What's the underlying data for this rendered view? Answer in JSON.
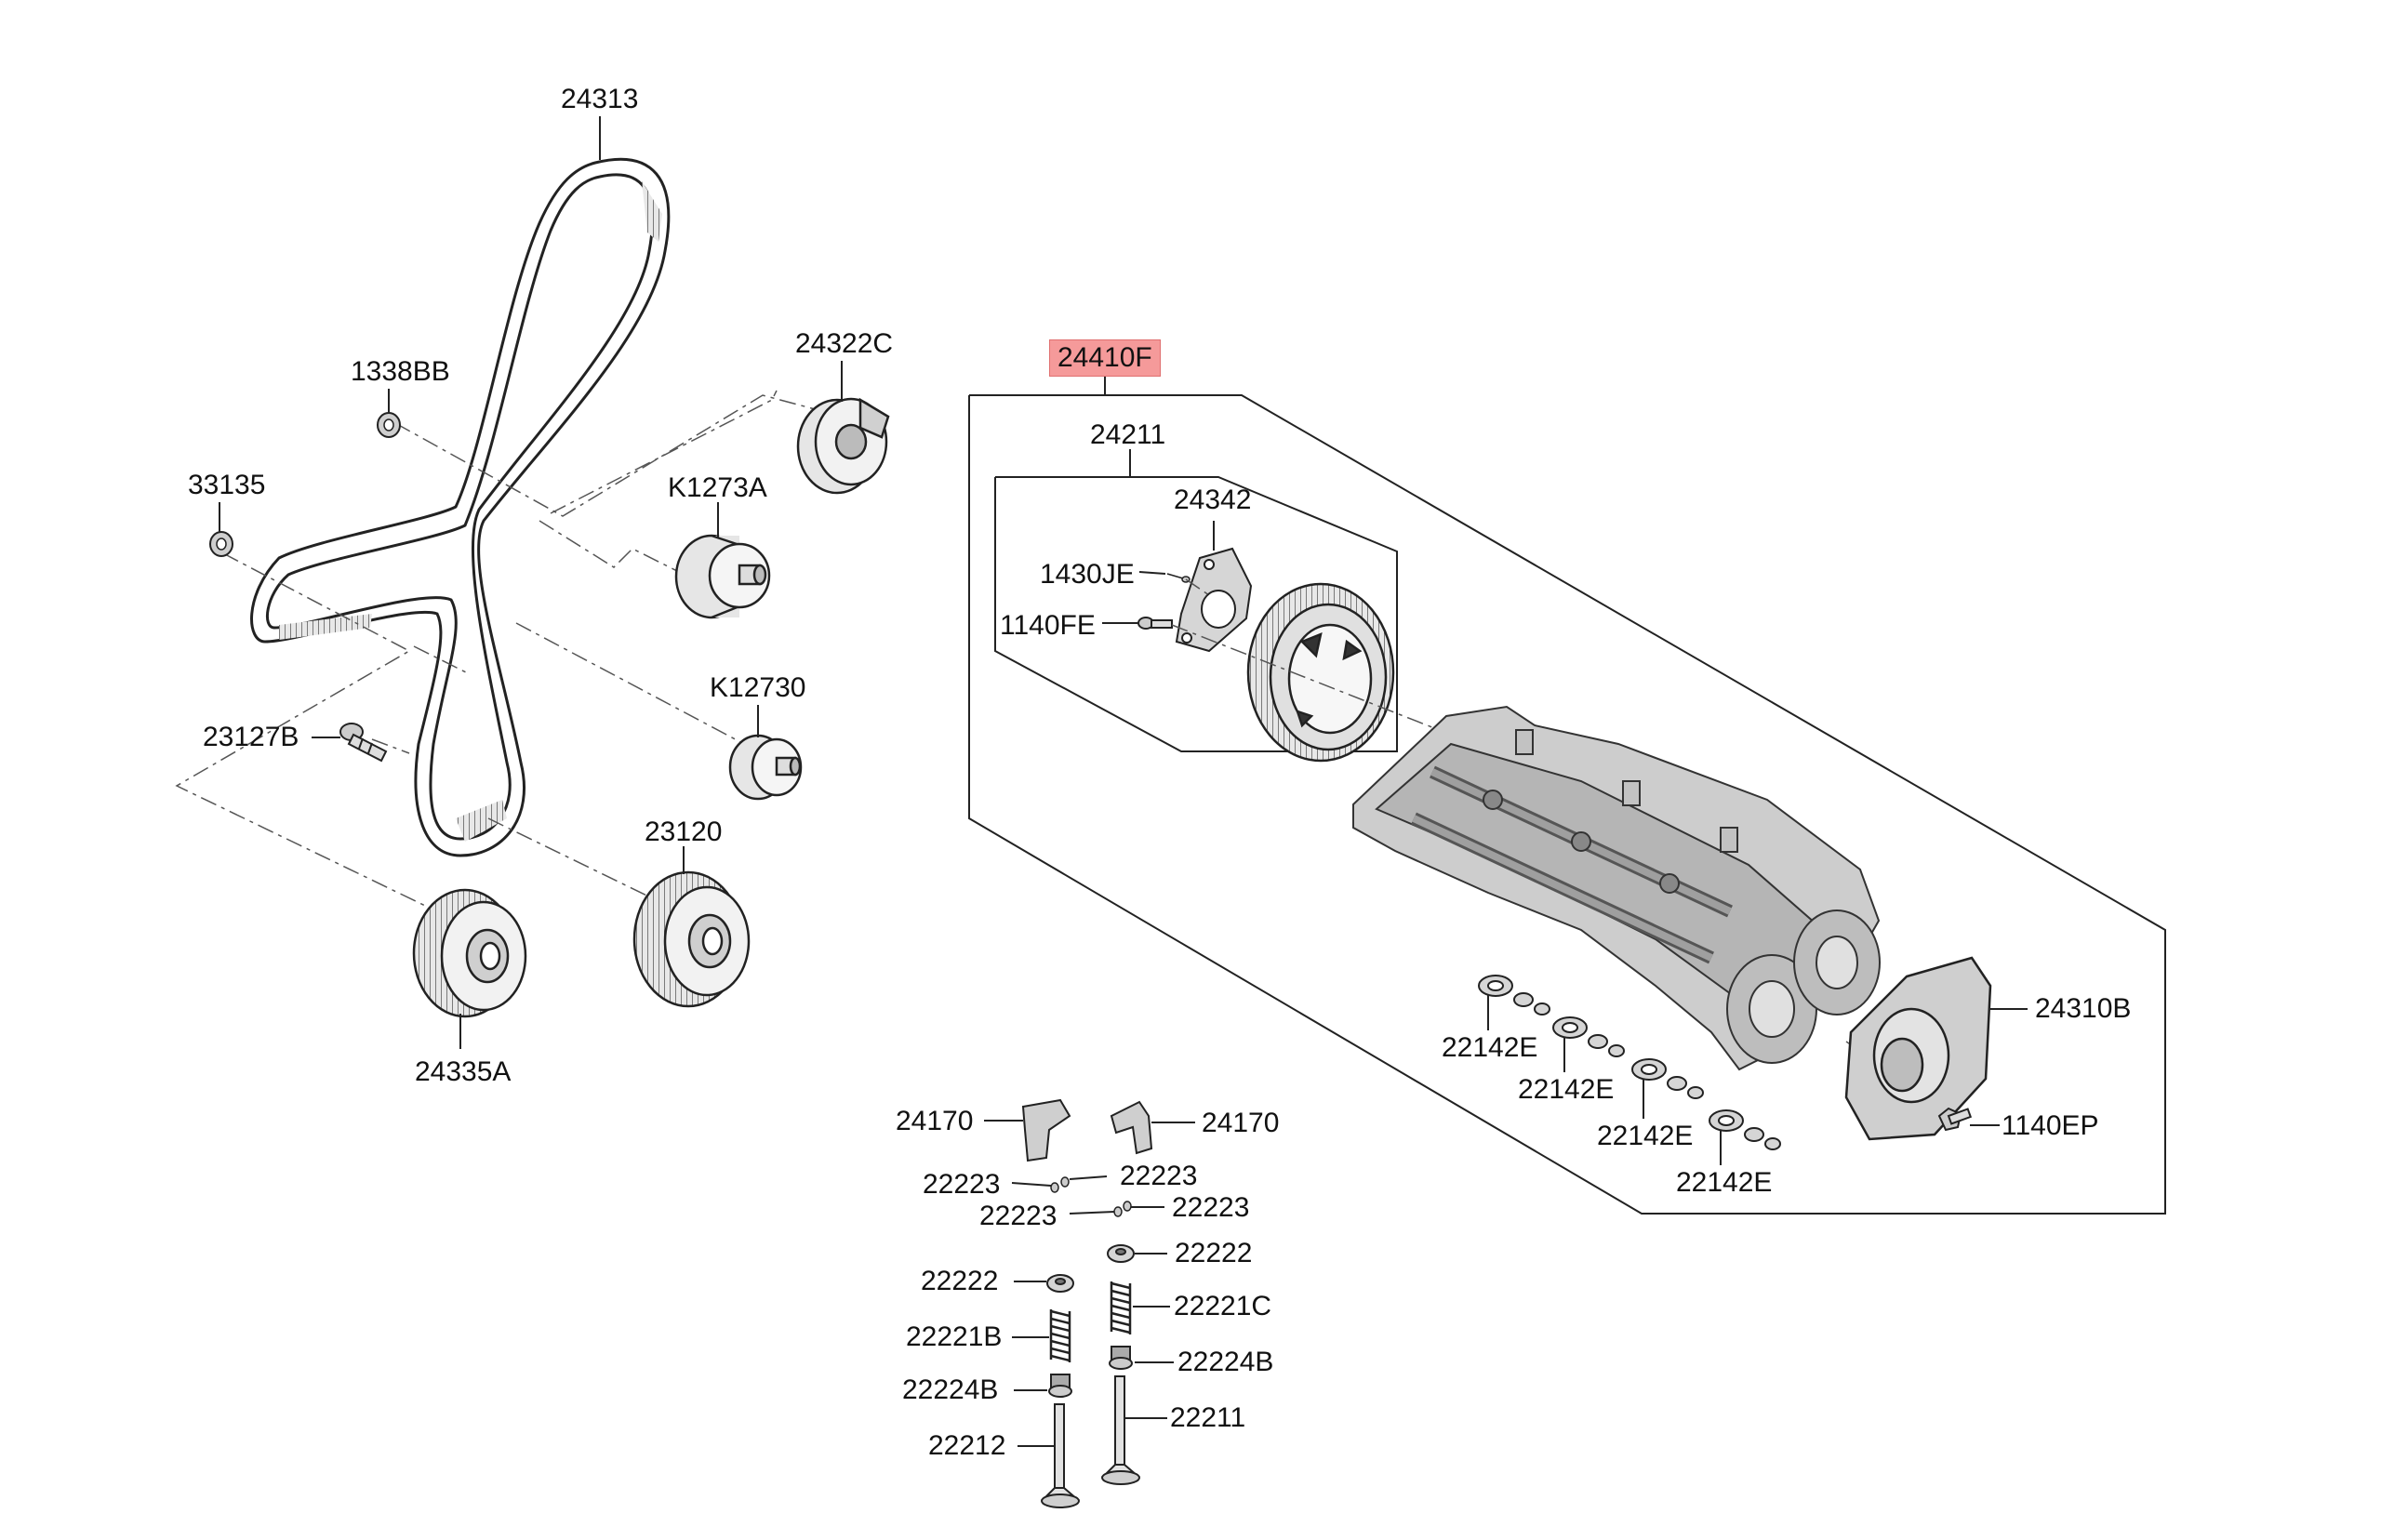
{
  "labels": {
    "p24313": "24313",
    "p1338BB": "1338BB",
    "p24322C": "24322C",
    "p33135": "33135",
    "pK1273A": "K1273A",
    "pK12730": "K12730",
    "p23127B": "23127B",
    "p23120": "23120",
    "p24335A": "24335A",
    "p24410F": "24410F",
    "p24211": "24211",
    "p24342": "24342",
    "p1430JE": "1430JE",
    "p1140FE": "1140FE",
    "p24310B": "24310B",
    "p1140EP": "1140EP",
    "p22142E_1": "22142E",
    "p22142E_2": "22142E",
    "p22142E_3": "22142E",
    "p22142E_4": "22142E",
    "p24170_L": "24170",
    "p24170_R": "24170",
    "p22223_1": "22223",
    "p22223_2": "22223",
    "p22223_3": "22223",
    "p22223_4": "22223",
    "p22222_L": "22222",
    "p22222_R": "22222",
    "p22221B": "22221B",
    "p22221C": "22221C",
    "p22224B_L": "22224B",
    "p22224B_R": "22224B",
    "p22212": "22212",
    "p22211": "22211"
  },
  "colors": {
    "highlight": "#f59a9a",
    "line": "#222222",
    "part_fill": "#d2d2d2",
    "part_dark": "#9a9a9a"
  }
}
